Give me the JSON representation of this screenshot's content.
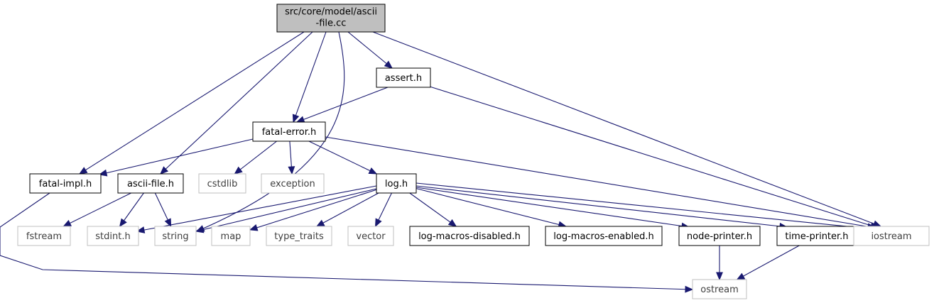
{
  "colors": {
    "edge": "#191970",
    "internal_border": "#000000",
    "external_border": "#bfbfbf",
    "root_fill": "#bfbfbf",
    "node_fill": "#ffffff"
  },
  "root": {
    "id": "root",
    "label": [
      "src/core/model/ascii",
      "-file.cc"
    ]
  },
  "nodes": [
    {
      "id": "assert",
      "label": "assert.h",
      "kind": "internal"
    },
    {
      "id": "fatal_error",
      "label": "fatal-error.h",
      "kind": "internal"
    },
    {
      "id": "fatal_impl",
      "label": "fatal-impl.h",
      "kind": "internal"
    },
    {
      "id": "ascii_file_h",
      "label": "ascii-file.h",
      "kind": "internal"
    },
    {
      "id": "cstdlib",
      "label": "cstdlib",
      "kind": "external"
    },
    {
      "id": "exception",
      "label": "exception",
      "kind": "external"
    },
    {
      "id": "log",
      "label": "log.h",
      "kind": "internal"
    },
    {
      "id": "fstream",
      "label": "fstream",
      "kind": "external"
    },
    {
      "id": "stdint",
      "label": "stdint.h",
      "kind": "external"
    },
    {
      "id": "string",
      "label": "string",
      "kind": "external"
    },
    {
      "id": "map",
      "label": "map",
      "kind": "external"
    },
    {
      "id": "type_traits",
      "label": "type_traits",
      "kind": "external"
    },
    {
      "id": "vector",
      "label": "vector",
      "kind": "external"
    },
    {
      "id": "log_macros_disabled",
      "label": "log-macros-disabled.h",
      "kind": "internal"
    },
    {
      "id": "log_macros_enabled",
      "label": "log-macros-enabled.h",
      "kind": "internal"
    },
    {
      "id": "node_printer",
      "label": "node-printer.h",
      "kind": "internal"
    },
    {
      "id": "time_printer",
      "label": "time-printer.h",
      "kind": "internal"
    },
    {
      "id": "iostream",
      "label": "iostream",
      "kind": "external"
    },
    {
      "id": "ostream",
      "label": "ostream",
      "kind": "external"
    }
  ],
  "edges": [
    {
      "from": "root",
      "to": "assert"
    },
    {
      "from": "root",
      "to": "fatal_error"
    },
    {
      "from": "root",
      "to": "fatal_impl"
    },
    {
      "from": "root",
      "to": "ascii_file_h"
    },
    {
      "from": "root",
      "to": "string"
    },
    {
      "from": "root",
      "to": "iostream"
    },
    {
      "from": "assert",
      "to": "fatal_error"
    },
    {
      "from": "assert",
      "to": "iostream"
    },
    {
      "from": "fatal_error",
      "to": "fatal_impl"
    },
    {
      "from": "fatal_error",
      "to": "cstdlib"
    },
    {
      "from": "fatal_error",
      "to": "exception"
    },
    {
      "from": "fatal_error",
      "to": "log"
    },
    {
      "from": "fatal_error",
      "to": "iostream"
    },
    {
      "from": "fatal_impl",
      "to": "ostream"
    },
    {
      "from": "ascii_file_h",
      "to": "fstream"
    },
    {
      "from": "ascii_file_h",
      "to": "stdint"
    },
    {
      "from": "ascii_file_h",
      "to": "string"
    },
    {
      "from": "log",
      "to": "stdint"
    },
    {
      "from": "log",
      "to": "string"
    },
    {
      "from": "log",
      "to": "map"
    },
    {
      "from": "log",
      "to": "type_traits"
    },
    {
      "from": "log",
      "to": "vector"
    },
    {
      "from": "log",
      "to": "log_macros_disabled"
    },
    {
      "from": "log",
      "to": "log_macros_enabled"
    },
    {
      "from": "log",
      "to": "node_printer"
    },
    {
      "from": "log",
      "to": "time_printer"
    },
    {
      "from": "log",
      "to": "iostream"
    },
    {
      "from": "node_printer",
      "to": "ostream"
    },
    {
      "from": "time_printer",
      "to": "ostream"
    }
  ]
}
